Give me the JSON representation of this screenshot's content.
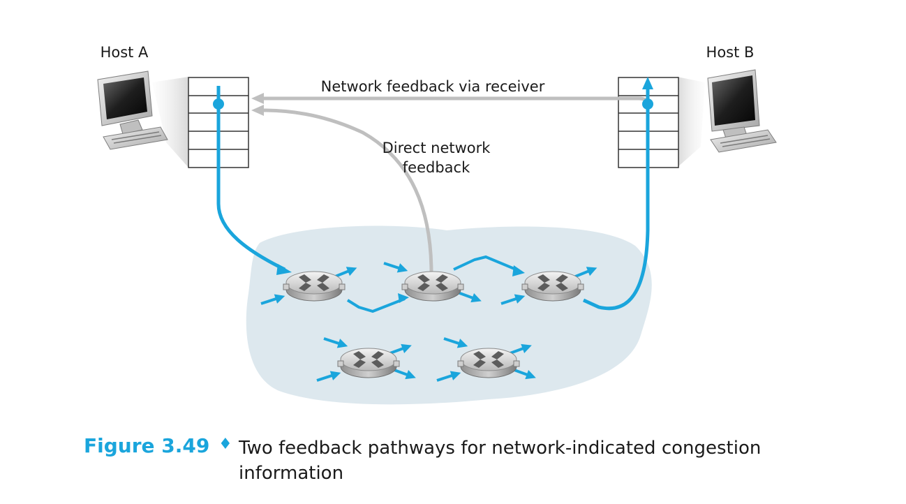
{
  "hosts": {
    "a_label": "Host A",
    "b_label": "Host B"
  },
  "paths": {
    "receiver_label": "Network feedback via receiver",
    "direct_label_line1": "Direct network",
    "direct_label_line2": "feedback"
  },
  "caption": {
    "number": "Figure 3.49",
    "separator": "♦",
    "text": "Two feedback pathways for network-indicated congestion information"
  },
  "colors": {
    "data_path": "#1aa5dc",
    "feedback_path": "#bfbfbf",
    "network_cloud": "#dde8ee",
    "caption_accent": "#1aa5dc"
  },
  "icons": [
    "computer-icon",
    "router-icon",
    "buffer-queue"
  ]
}
